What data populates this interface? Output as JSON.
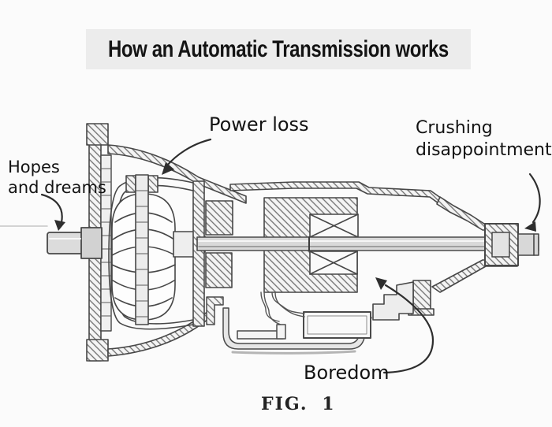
{
  "title": "How an Automatic Transmission works",
  "labels": {
    "hopes_line1": "Hopes",
    "hopes_line2": "and dreams",
    "power": "Power loss",
    "crushing_line1": "Crushing",
    "crushing_line2": "disappointment",
    "boredom": "Boredom"
  },
  "figure_caption": "FIG. 1",
  "style": {
    "background": "#fbfbfb",
    "ink": "#141414",
    "drawing_line": "#474747",
    "hatch_line": "#6e6e6e",
    "title_band": "#ececec",
    "metal_fill": "#d9d9d9"
  }
}
